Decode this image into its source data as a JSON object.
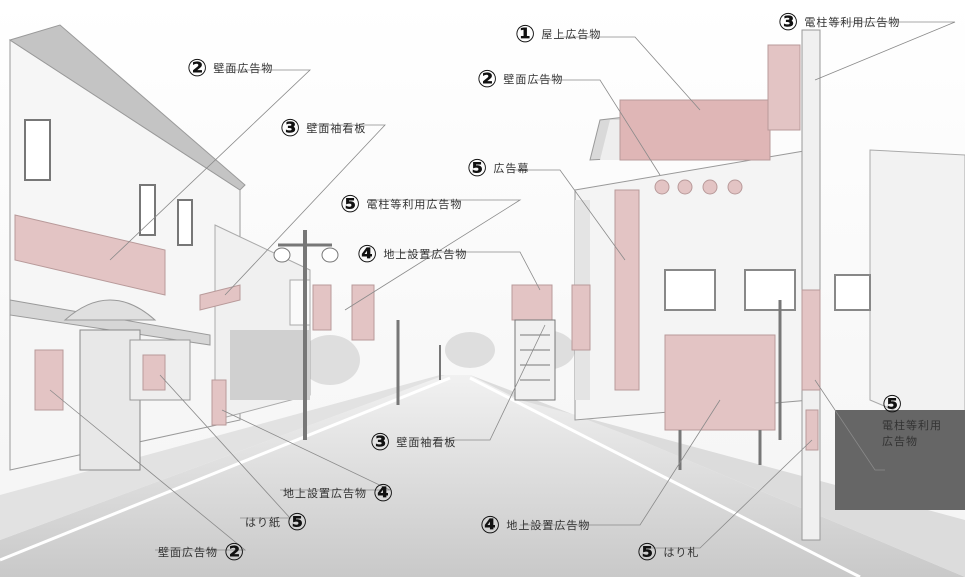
{
  "callouts": [
    {
      "id": "rooftop",
      "num": "①",
      "label": "屋上広告物"
    },
    {
      "id": "wall-top-right",
      "num": "②",
      "label": "壁面広告物"
    },
    {
      "id": "wall-top-left",
      "num": "②",
      "label": "壁面広告物"
    },
    {
      "id": "pole-top-right",
      "num": "③",
      "label": "電柱等利用広告物"
    },
    {
      "id": "wall-sign-top",
      "num": "③",
      "label": "壁面袖看板"
    },
    {
      "id": "banner",
      "num": "⑤",
      "label": "広告幕"
    },
    {
      "id": "pole-mid",
      "num": "⑤",
      "label": "電柱等利用広告物"
    },
    {
      "id": "ground-mid",
      "num": "④",
      "label": "地上設置広告物"
    },
    {
      "id": "pole-right",
      "num": "⑤",
      "label": "電柱等利用広告物"
    },
    {
      "id": "wall-sign-bottom",
      "num": "③",
      "label": "壁面袖看板"
    },
    {
      "id": "ground-left",
      "num": "④",
      "label": "地上設置広告物"
    },
    {
      "id": "ground-right",
      "num": "④",
      "label": "地上設置広告物"
    },
    {
      "id": "flyer-left",
      "num": "⑤",
      "label": "はり紙"
    },
    {
      "id": "wall-bottom",
      "num": "②",
      "label": "壁面広告物"
    },
    {
      "id": "flyer-right",
      "num": "⑤",
      "label": "はり札"
    }
  ]
}
